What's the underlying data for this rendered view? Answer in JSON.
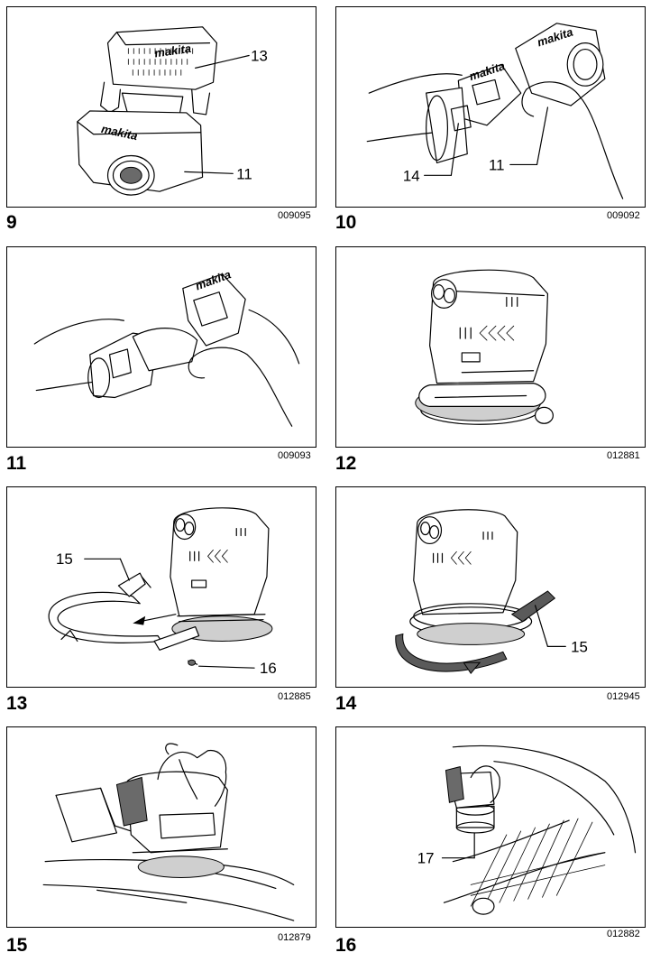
{
  "figures": [
    {
      "number": "9",
      "code": "009095",
      "callouts": [
        "13",
        "11"
      ],
      "logo": "makita"
    },
    {
      "number": "10",
      "code": "009092",
      "callouts": [
        "14",
        "11"
      ],
      "logo": "makita"
    },
    {
      "number": "11",
      "code": "009093",
      "callouts": [],
      "logo": "makita"
    },
    {
      "number": "12",
      "code": "012881",
      "callouts": []
    },
    {
      "number": "13",
      "code": "012885",
      "callouts": [
        "15",
        "16"
      ]
    },
    {
      "number": "14",
      "code": "012945",
      "callouts": [
        "15"
      ]
    },
    {
      "number": "15",
      "code": "012879",
      "callouts": []
    },
    {
      "number": "16",
      "code": "012882",
      "callouts": [
        "17"
      ]
    }
  ]
}
